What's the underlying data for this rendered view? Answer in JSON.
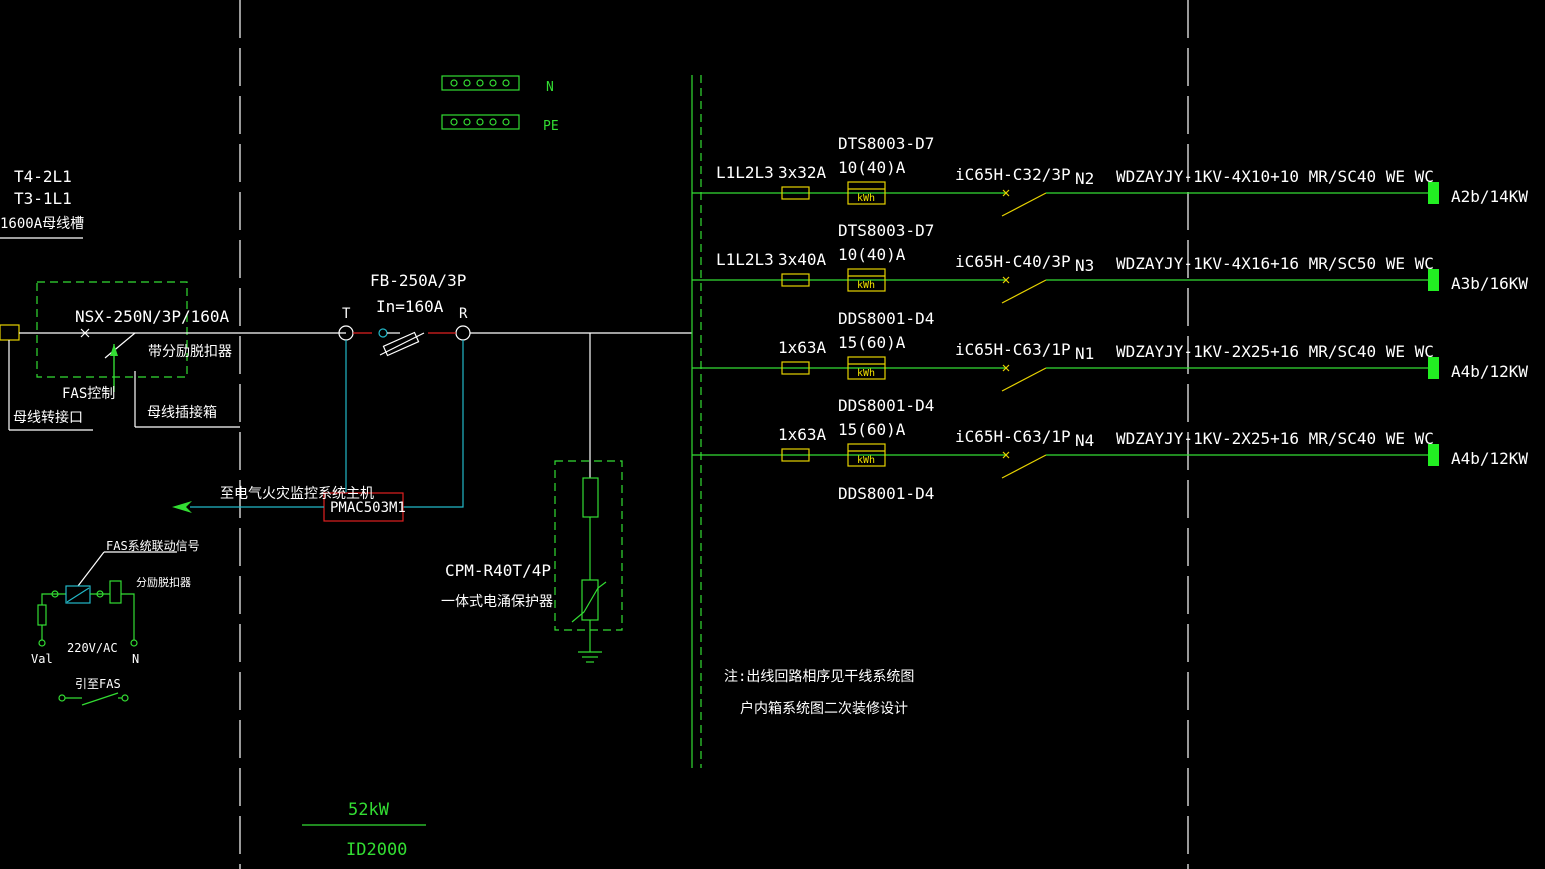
{
  "colors": {
    "background": "#000000",
    "wire": "#ffffff",
    "green": "#33dd33",
    "yellow": "#e6d200",
    "cyan": "#22b8c8",
    "red": "#e02020",
    "load": "#22ee22"
  },
  "busbars": {
    "n_label": "N",
    "pe_label": "PE"
  },
  "incoming": {
    "source_line1": "T4-2L1",
    "source_line2": "T3-1L1",
    "source_line3": "1600A母线槽",
    "breaker": "NSX-250N/3P/160A",
    "shunt_label": "带分励脱扣器",
    "fas_control": "FAS控制",
    "busway_port": "母线转接口",
    "plug_box": "母线插接箱"
  },
  "monitor": {
    "fuse_model": "FB-250A/3P",
    "fuse_rating": "In=160A",
    "t_label": "T",
    "r_label": "R",
    "device": "PMAC503M1",
    "to_host": "至电气火灾监控系统主机"
  },
  "spd": {
    "model": "CPM-R40T/4P",
    "desc": "一体式电涌保护器"
  },
  "fas_circuit": {
    "signal": "FAS系统联动信号",
    "shunt": "分励脱扣器",
    "voltage": "220V/AC",
    "val": "Val",
    "n": "N",
    "to_fas": "引至FAS"
  },
  "circuits": [
    {
      "phase": "L1L2L3",
      "fuse": "3x32A",
      "meter_model": "DTS8003-D7",
      "meter_rating": "10(40)A",
      "meter_unit": "kWh",
      "breaker": "iC65H-C32/3P",
      "no": "N2",
      "cable": "WDZAYJY-1KV-4X10+10  MR/SC40  WE  WC",
      "load": "A2b/14KW"
    },
    {
      "phase": "L1L2L3",
      "fuse": "3x40A",
      "meter_model": "DTS8003-D7",
      "meter_rating": "10(40)A",
      "meter_unit": "kWh",
      "breaker": "iC65H-C40/3P",
      "no": "N3",
      "cable": "WDZAYJY-1KV-4X16+16  MR/SC50  WE  WC",
      "load": "A3b/16KW"
    },
    {
      "phase": "",
      "fuse": "1x63A",
      "meter_model": "DDS8001-D4",
      "meter_rating": "15(60)A",
      "meter_unit": "kWh",
      "breaker": "iC65H-C63/1P",
      "no": "N1",
      "cable": "WDZAYJY-1KV-2X25+16  MR/SC40  WE  WC",
      "load": "A4b/12KW"
    },
    {
      "phase": "",
      "fuse": "1x63A",
      "meter_model": "DDS8001-D4",
      "meter_rating": "15(60)A",
      "meter_unit": "kWh",
      "breaker": "iC65H-C63/1P",
      "no": "N4",
      "cable": "WDZAYJY-1KV-2X25+16  MR/SC40  WE  WC",
      "load": "A4b/12KW"
    }
  ],
  "extra_meter_label": "DDS8001-D4",
  "note": {
    "line1": "注:出线回路相序见干线系统图",
    "line2": "户内箱系统图二次装修设计"
  },
  "footer": {
    "power": "52kW",
    "id": "ID2000"
  }
}
